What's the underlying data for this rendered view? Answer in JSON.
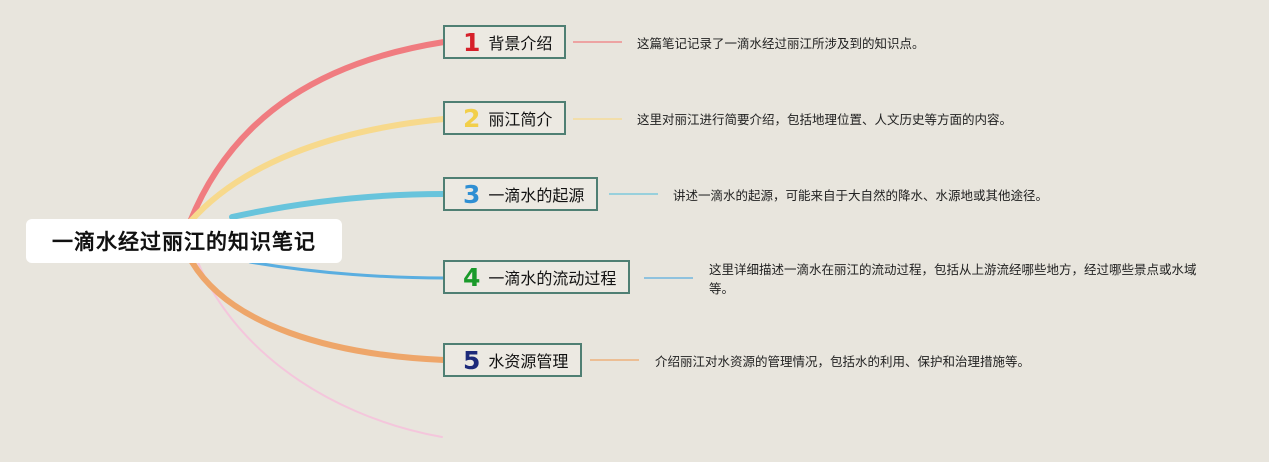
{
  "root": {
    "title": "一滴水经过丽江的知识笔记"
  },
  "branches": [
    {
      "number": "1",
      "label": "背景介绍",
      "color": "#f07c80",
      "number_color": "#d6202a",
      "description": "这篇笔记记录了一滴水经过丽江所涉及到的知识点。"
    },
    {
      "number": "2",
      "label": "丽江简介",
      "color": "#f7d98c",
      "number_color": "#f2cf4a",
      "description": "这里对丽江进行简要介绍，包括地理位置、人文历史等方面的内容。"
    },
    {
      "number": "3",
      "label": "一滴水的起源",
      "color": "#68c4dc",
      "number_color": "#2f8fd3",
      "description": "讲述一滴水的起源，可能来自于大自然的降水、水源地或其他途径。"
    },
    {
      "number": "4",
      "label": "一滴水的流动过程",
      "color": "#5aaee0",
      "number_color": "#1a9a2a",
      "description": "这里详细描述一滴水在丽江的流动过程，包括从上游流经哪些地方，经过哪些景点或水域等。"
    },
    {
      "number": "5",
      "label": "水资源管理",
      "color": "#eea66a",
      "number_color": "#1d2a7a",
      "description": "介绍丽江对水资源的管理情况，包括水的利用、保护和治理措施等。"
    }
  ],
  "extra_branch_color": "#f4c6dc"
}
